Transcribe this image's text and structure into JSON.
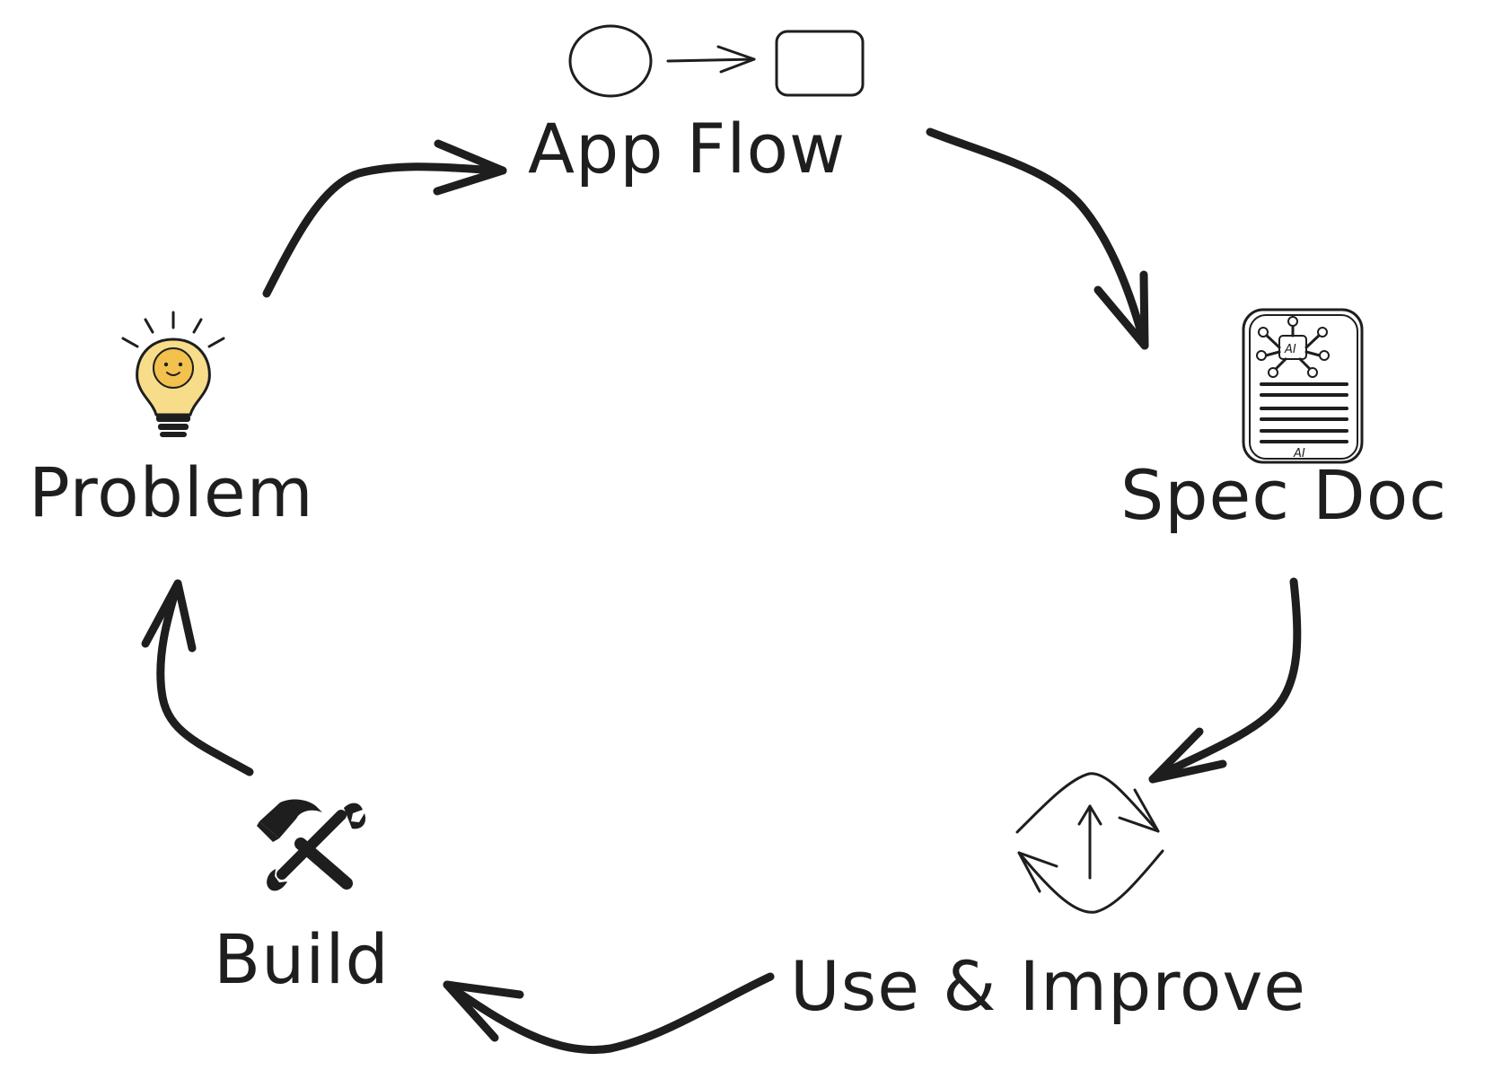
{
  "diagram": {
    "nodes": [
      {
        "id": "problem",
        "label": "Problem",
        "icon": "lightbulb-icon"
      },
      {
        "id": "app_flow",
        "label": "App Flow",
        "icon": "flow-sketch-icon"
      },
      {
        "id": "spec_doc",
        "label": "Spec Doc",
        "icon": "ai-document-icon"
      },
      {
        "id": "use_improve",
        "label": "Use & Improve",
        "icon": "iterate-cycle-icon"
      },
      {
        "id": "build",
        "label": "Build",
        "icon": "hammer-wrench-icon"
      }
    ],
    "edges": [
      {
        "from": "problem",
        "to": "app_flow"
      },
      {
        "from": "app_flow",
        "to": "spec_doc"
      },
      {
        "from": "spec_doc",
        "to": "use_improve"
      },
      {
        "from": "use_improve",
        "to": "build"
      },
      {
        "from": "build",
        "to": "problem"
      }
    ],
    "doc_badge_top": "AI",
    "doc_badge_bottom": "AI",
    "colors": {
      "ink": "#1e1e1e",
      "bulb_fill": "#f7dc8a",
      "bulb_face": "#f2c14e"
    }
  }
}
